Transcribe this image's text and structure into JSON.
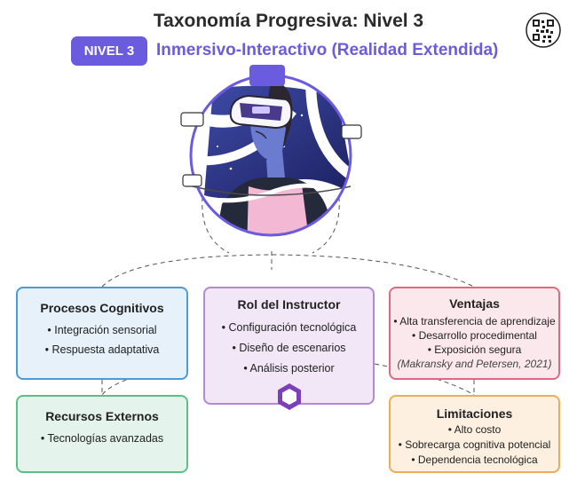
{
  "title": "Taxonomía Progresiva: Nivel 3",
  "level": {
    "badge": "NIVEL 3",
    "name": "Inmersivo-Interactivo (Realidad Extendida)"
  },
  "colors": {
    "accent": "#6b5bde",
    "cognitivos": "#4d9ad6",
    "instructor": "#b18ad0",
    "ventajas": "#e0697f",
    "recursos": "#5cbf86",
    "limitaciones": "#efab56"
  },
  "cards": {
    "cognitivos": {
      "title": "Procesos Cognitivos",
      "items": [
        "• Integración sensorial",
        "• Respuesta adaptativa"
      ]
    },
    "instructor": {
      "title": "Rol del Instructor",
      "items": [
        "• Configuración tecnológica",
        "• Diseño de escenarios",
        "• Análisis posterior"
      ],
      "icon": "hexagon-icon"
    },
    "ventajas": {
      "title": "Ventajas",
      "items": [
        "• Alta transferencia de aprendizaje",
        "• Desarrollo procedimental",
        "• Exposición segura"
      ],
      "citation": "(Makransky and Petersen, 2021)"
    },
    "recursos": {
      "title": "Recursos Externos",
      "items": [
        "• Tecnologías avanzadas"
      ]
    },
    "limitaciones": {
      "title": "Limitaciones",
      "items": [
        "• Alto costo",
        "• Sobrecarga cognitiva potencial",
        "• Dependencia tecnológica"
      ]
    }
  },
  "hero": {
    "icon": "vr-headset-person-icon"
  }
}
